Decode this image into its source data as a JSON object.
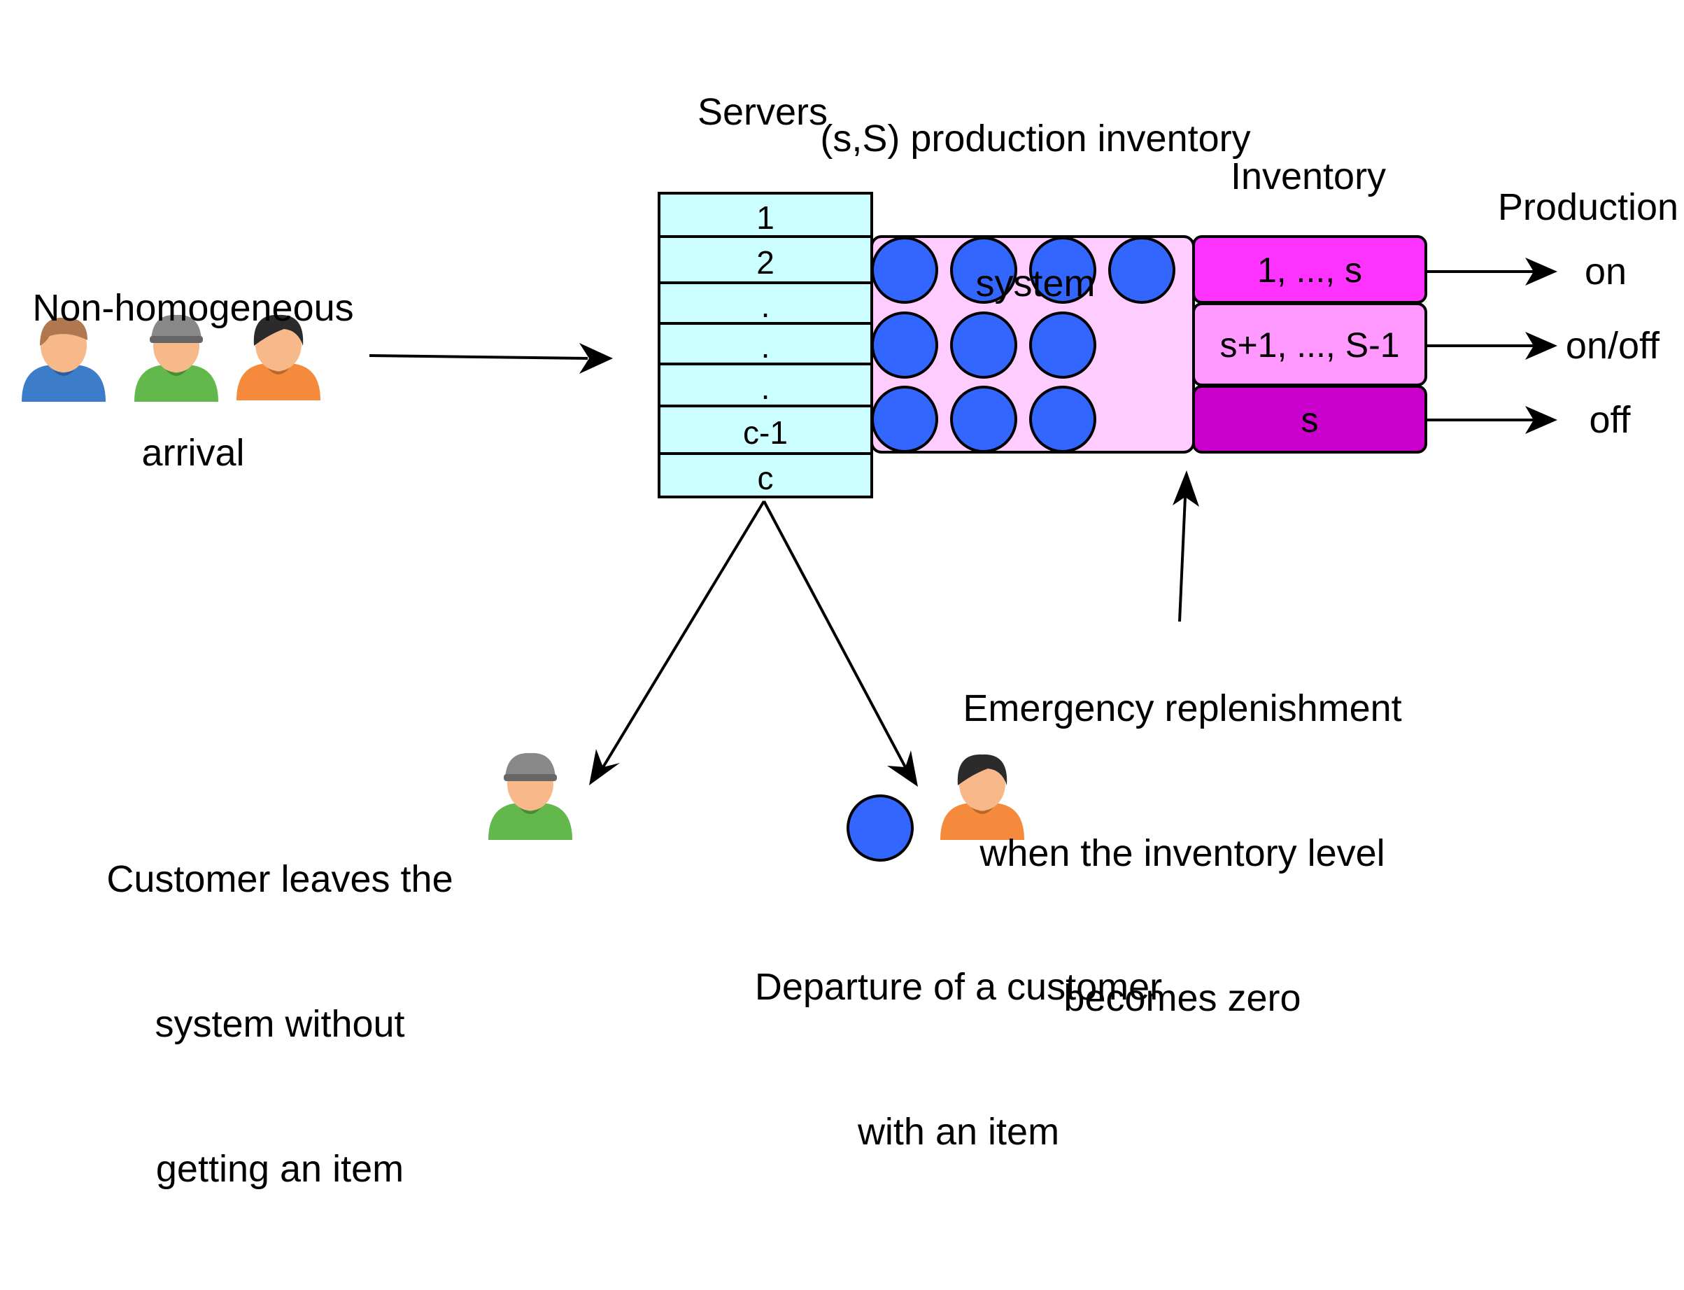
{
  "title": [
    "(s,S) production inventory",
    "system"
  ],
  "arrival_label": [
    "Non-homogeneous",
    "arrival"
  ],
  "servers": {
    "heading": "Servers",
    "rows": [
      "1",
      "2",
      ".",
      ".",
      ".",
      "c-1",
      "c"
    ]
  },
  "inventory": {
    "heading": "Inventory",
    "items_per_row": [
      4,
      3,
      3
    ],
    "levels": [
      {
        "label": "1, ..., s",
        "color": "#ff33ff"
      },
      {
        "label": "s+1, ..., S-1",
        "color": "#ff99ff"
      },
      {
        "label": "s",
        "color": "#cc00cc"
      }
    ]
  },
  "production": {
    "heading": "Production",
    "states": [
      "on",
      "on/off",
      "off"
    ]
  },
  "emergency_label": [
    "Emergency replenishment",
    "when the inventory level",
    "becomes zero"
  ],
  "leave_label": [
    "Customer leaves the",
    "system without",
    "getting an item"
  ],
  "departure_label": [
    "Departure of a customer",
    "with an item"
  ],
  "colors": {
    "server_fill": "#ccffff",
    "inventory_fill": "#ffccff",
    "item_fill": "#3366ff",
    "person_blue": "#3d7cc9",
    "person_green": "#62b84a",
    "person_orange": "#f58a3c",
    "skin": "#f8b98a",
    "hair_brown": "#b07850",
    "hair_dark": "#2b2b2b",
    "hat_grey": "#888888"
  },
  "icons": [
    "person-blue-icon",
    "person-green-hat-icon",
    "person-orange-icon",
    "inventory-item-icon"
  ]
}
